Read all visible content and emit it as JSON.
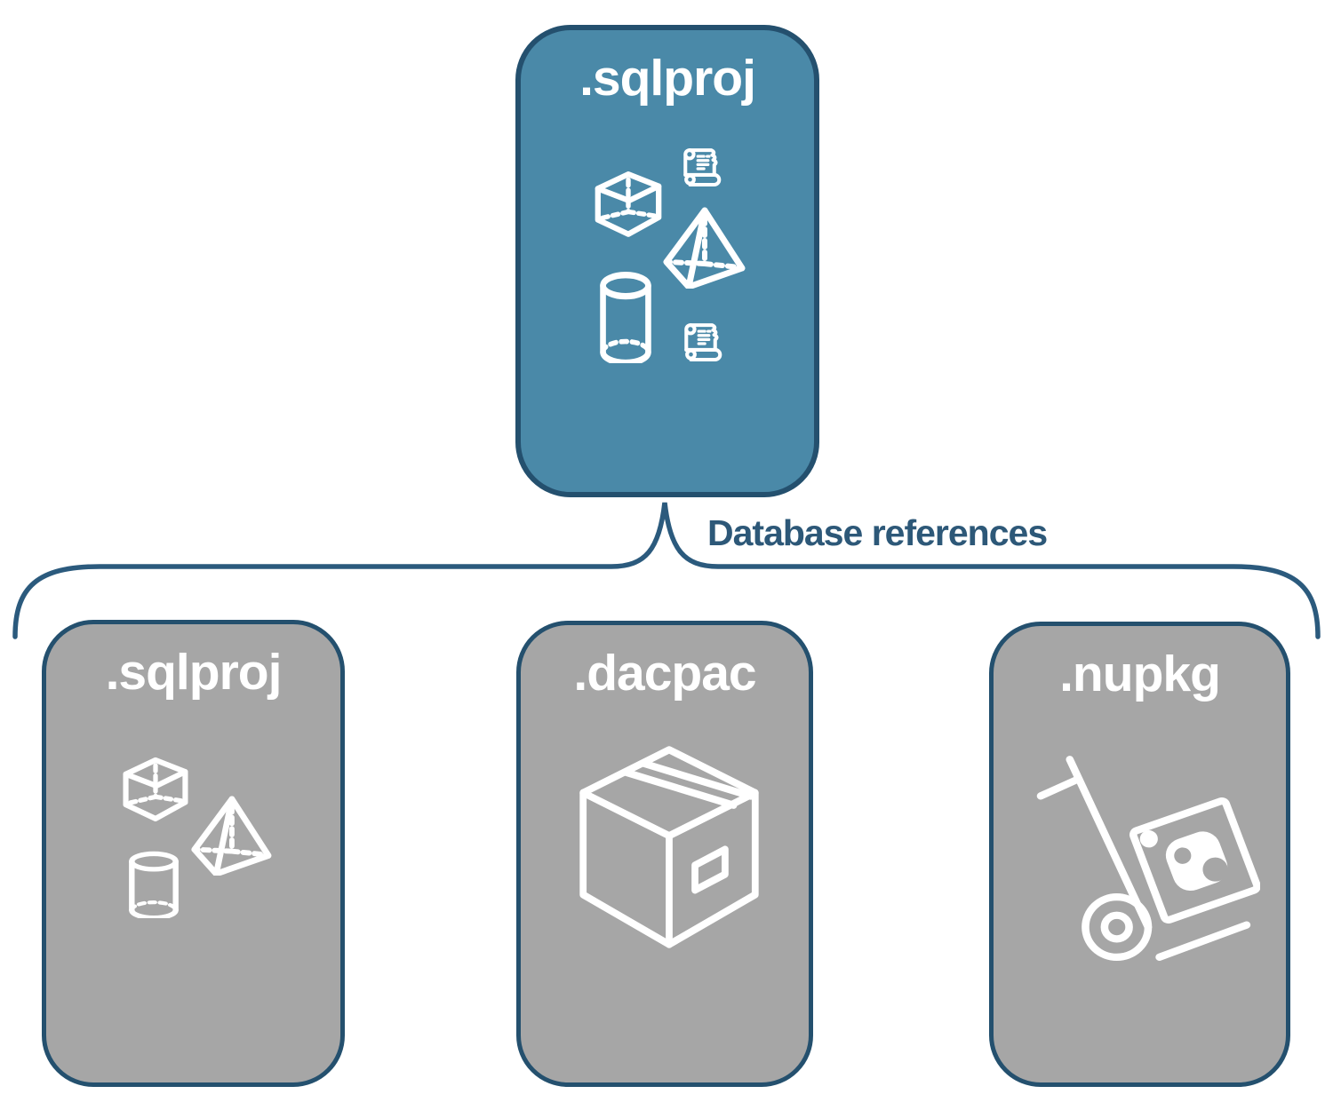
{
  "diagram": {
    "root": {
      "label": ".sqlproj",
      "icons": [
        "scroll-icon",
        "cube-icon",
        "pyramid-icon",
        "cylinder-icon",
        "scroll-icon"
      ]
    },
    "connector": {
      "label": "Database references"
    },
    "children": [
      {
        "label": ".sqlproj",
        "icons": [
          "cube-icon",
          "pyramid-icon",
          "cylinder-icon"
        ]
      },
      {
        "label": ".dacpac",
        "icons": [
          "package-box-icon"
        ]
      },
      {
        "label": ".nupkg",
        "icons": [
          "hand-truck-icon"
        ]
      }
    ]
  },
  "colors": {
    "root_fill": "#4a89a8",
    "node_border": "#24506e",
    "child_fill": "#a6a6a6",
    "connector_line": "#2b5a7d",
    "connector_label": "#2d5878",
    "node_label": "#ffffff"
  }
}
